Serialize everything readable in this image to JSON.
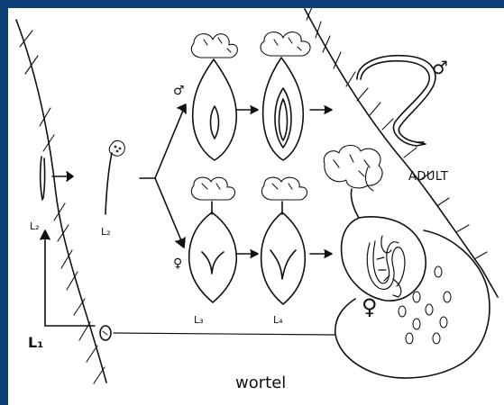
{
  "labels": {
    "l2_left": "L₂",
    "l2_mid": "L₂",
    "l1": "L₁",
    "l3": "L₃",
    "l4": "L₄",
    "adult": "ADULT",
    "male_symbol": "♂",
    "female_symbol": "♀",
    "male_symbol_adult": "♂",
    "female_symbol_adult": "♀",
    "caption": "wortel"
  },
  "colors": {
    "border": "#0d3f78",
    "ink": "#111111",
    "background": "#ffffff"
  }
}
